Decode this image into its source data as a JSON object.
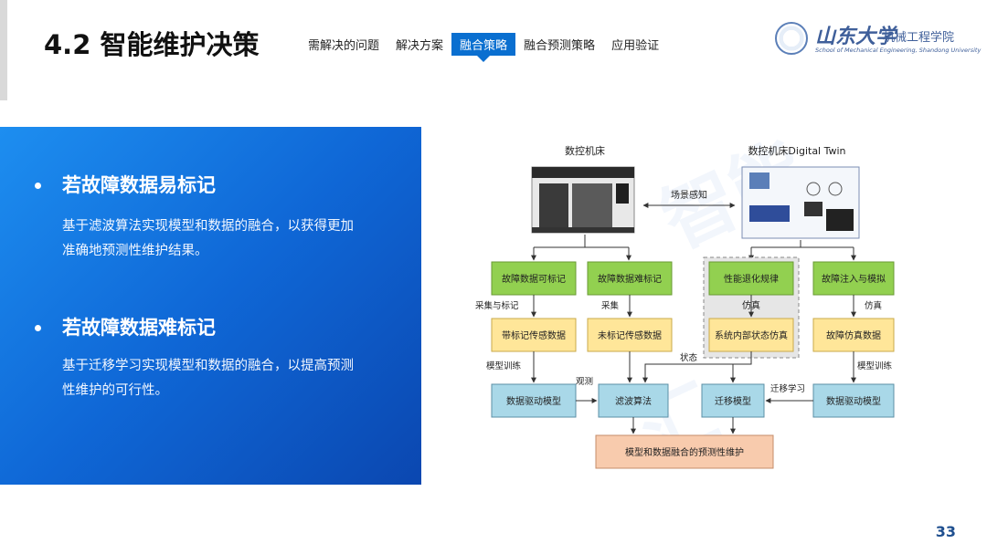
{
  "header": {
    "title": "4.2 智能维护决策",
    "nav": [
      "需解决的问题",
      "解决方案",
      "融合策略",
      "融合预测策略",
      "应用验证"
    ],
    "active_nav": "融合策略"
  },
  "logo": {
    "script": "山东大学",
    "cn": "机械工程学院",
    "en": "School of Mechanical Engineering, Shandong University"
  },
  "panel": {
    "items": [
      {
        "heading": "若故障数据易标记",
        "body": "基于滤波算法实现模型和数据的融合，以获得更加准确地预测性维护结果。"
      },
      {
        "heading": "若故障数据难标记",
        "body": "基于迁移学习实现模型和数据的融合，以提高预测性维护的可行性。"
      }
    ]
  },
  "diagram": {
    "cnc_label": "数控机床",
    "twin_label": "数控机床Digital Twin",
    "scene_label": "场景感知",
    "row1": [
      "故障数据可标记",
      "故障数据难标记",
      "性能退化规律",
      "故障注入与模拟"
    ],
    "row2": [
      "带标记传感数据",
      "未标记传感数据",
      "系统内部状态仿真",
      "故障仿真数据"
    ],
    "row3": [
      "数据驱动模型",
      "滤波算法",
      "迁移模型",
      "数据驱动模型"
    ],
    "bottom": "模型和数据融合的预测性维护",
    "edge_labels": {
      "collect_label": "采集与标记",
      "collect": "采集",
      "sim1": "仿真",
      "sim2": "仿真",
      "train1": "模型训练",
      "train2": "模型训练",
      "observe": "观测",
      "state": "状态",
      "transfer": "迁移学习"
    },
    "colors": {
      "green": "#92d050",
      "yellow": "#ffe699",
      "blue": "#a9d8e8",
      "peach": "#f8cbad",
      "dash_gray": "#d9d9d9"
    }
  },
  "page_number": "33"
}
